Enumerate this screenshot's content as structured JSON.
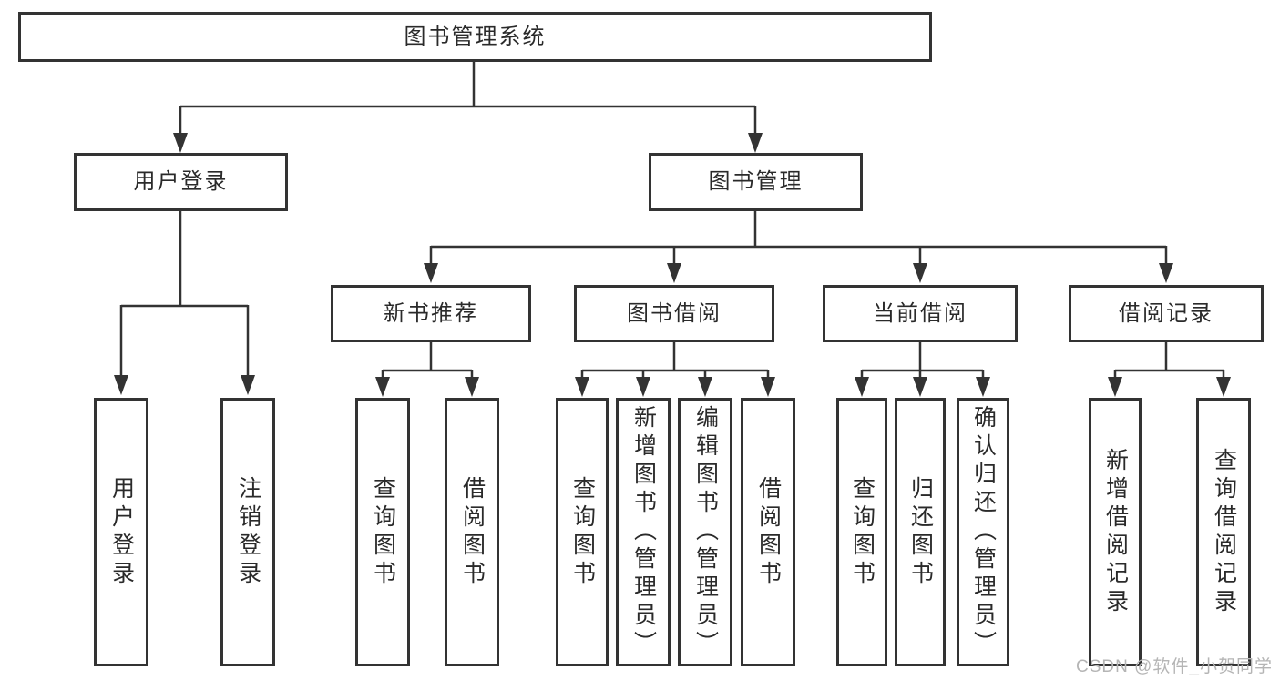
{
  "diagram": {
    "root": {
      "label": "图书管理系统"
    },
    "branches": {
      "user_login": {
        "label": "用户登录",
        "children": [
          {
            "label": "用户登录"
          },
          {
            "label": "注销登录"
          }
        ]
      },
      "book_management": {
        "label": "图书管理",
        "groups": [
          {
            "label": "新书推荐",
            "children": [
              {
                "label": "查询图书"
              },
              {
                "label": "借阅图书"
              }
            ]
          },
          {
            "label": "图书借阅",
            "children": [
              {
                "label": "查询图书"
              },
              {
                "label": "新增图书（管理员）"
              },
              {
                "label": "编辑图书（管理员）"
              },
              {
                "label": "借阅图书"
              }
            ]
          },
          {
            "label": "当前借阅",
            "children": [
              {
                "label": "查询图书"
              },
              {
                "label": "归还图书"
              },
              {
                "label": "确认归还（管理员）"
              }
            ]
          },
          {
            "label": "借阅记录",
            "children": [
              {
                "label": "新增借阅记录"
              },
              {
                "label": "查询借阅记录"
              }
            ]
          }
        ]
      }
    }
  },
  "watermark": {
    "text": "CSDN @软件_小贺同学"
  },
  "colors": {
    "line": "#333333",
    "text": "#2a2a2a",
    "background": "#ffffff",
    "watermark": "#b5b5b5"
  }
}
